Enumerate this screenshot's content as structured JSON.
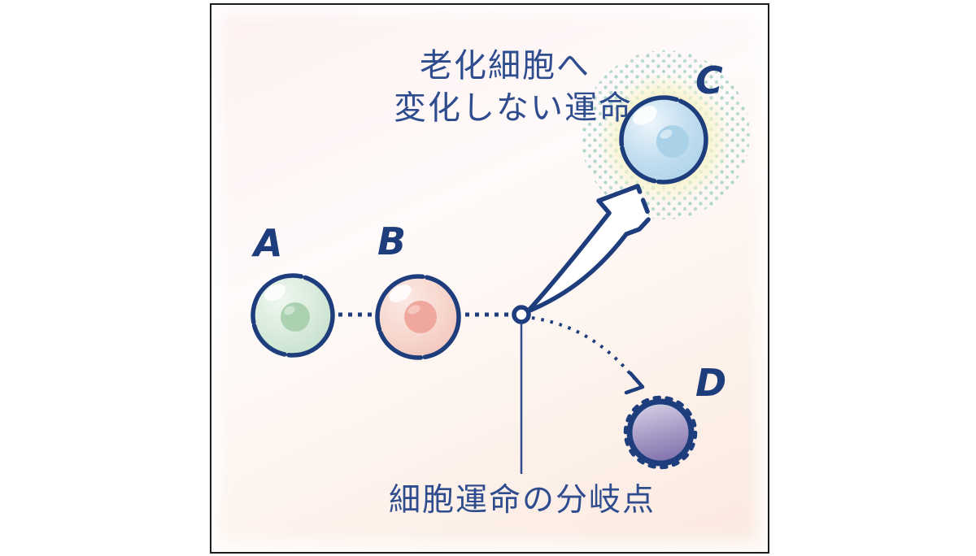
{
  "panel": {
    "border_color": "#1c1c1e",
    "background_top": "#fdf0f0",
    "background_bottom": "#fbe8df"
  },
  "colors": {
    "outline_navy": "#1e3d7d",
    "text_navy": "#2e4c8e",
    "cell_a_body": "#d9ebdc",
    "cell_a_nucleus": "#abd1b0",
    "cell_b_body": "#f7d8cf",
    "cell_b_nucleus": "#efa79e",
    "cell_c_body": "#c3def0",
    "cell_c_nucleus": "#a9d1e8",
    "cell_c_glow_yellow": "#f7f4cd",
    "cell_c_halo_dots": "#a8d3c6",
    "cell_d_top": "#dcd8ea",
    "cell_d_bottom": "#8577b0"
  },
  "labels": {
    "cell_a": "A",
    "cell_b": "B",
    "cell_c": "C",
    "cell_d": "D"
  },
  "captions": {
    "c_fate_line1": "老化細胞へ",
    "c_fate_line2": "変化しない運命",
    "branch_point": "細胞運命の分岐点"
  }
}
